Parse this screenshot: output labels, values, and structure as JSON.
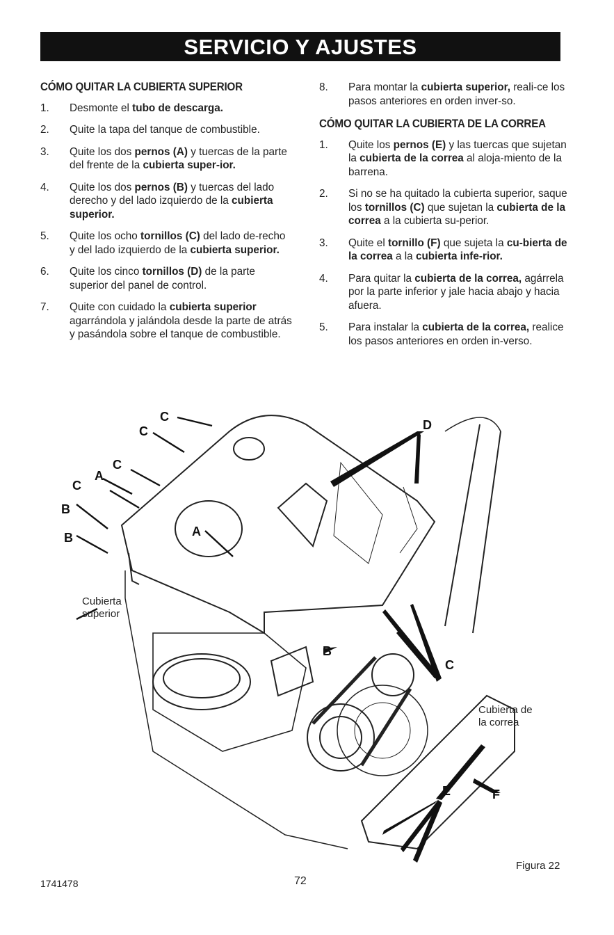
{
  "header": {
    "title": "SERVICIO Y AJUSTES"
  },
  "left": {
    "heading": "CÓMO QUITAR LA CUBIERTA SUPERIOR",
    "items": [
      {
        "num": "1.",
        "html": "Desmonte el <b>tubo de descarga.</b>"
      },
      {
        "num": "2.",
        "html": "Quite la tapa del tanque de combustible."
      },
      {
        "num": "3.",
        "html": "Quite los dos <b>pernos (A)</b> y tuercas de la parte del frente de la <b>cubierta super-ior.</b>"
      },
      {
        "num": "4.",
        "html": "Quite los dos <b>pernos (B)</b> y tuercas del lado derecho y del lado izquierdo de la <b>cubierta superior.</b>"
      },
      {
        "num": "5.",
        "html": "Quite los ocho <b>tornillos (C)</b> del lado de-recho y del lado izquierdo de la <b>cubierta superior.</b>"
      },
      {
        "num": "6.",
        "html": "Quite los cinco <b>tornillos (D)</b> de la parte superior del panel de control."
      },
      {
        "num": "7.",
        "html": "Quite con cuidado la <b>cubierta superior</b> agarrándola y jalándola desde la parte de atrás y pasándola sobre el tanque de combustible."
      }
    ]
  },
  "right": {
    "pre_items": [
      {
        "num": "8.",
        "html": "Para montar la <b>cubierta superior,</b> reali-ce los pasos anteriores en orden inver-so."
      }
    ],
    "heading": "CÓMO QUITAR LA CUBIERTA DE LA CORREA",
    "items": [
      {
        "num": "1.",
        "html": "Quite los <b>pernos (E)</b> y las tuercas que sujetan la <b>cubierta de la correa</b> al aloja-miento de la barrena."
      },
      {
        "num": "2.",
        "html": "Si no se ha quitado la cubierta superior, saque los <b>tornillos (C)</b> que sujetan la <b>cubierta de la correa</b> a la cubierta su-perior."
      },
      {
        "num": "3.",
        "html": "Quite el <b>tornillo (F)</b> que sujeta la <b>cu-bierta de la correa</b> a la <b>cubierta infe-rior.</b>"
      },
      {
        "num": "4.",
        "html": "Para quitar la <b>cubierta de la correa,</b> agárrela por la parte inferior y jale hacia abajo y hacia afuera."
      },
      {
        "num": "5.",
        "html": "Para instalar la <b>cubierta de la correa,</b> realice los pasos anteriores en orden in-verso."
      }
    ]
  },
  "figure": {
    "labels": {
      "c1": "C",
      "c2": "C",
      "c3": "C",
      "c4": "C",
      "a1": "A",
      "a2": "A",
      "b1": "B",
      "b2": "B",
      "b3": "B",
      "d": "D",
      "c5": "C",
      "e": "E",
      "f": "F"
    },
    "cubierta_superior": [
      "Cubierta",
      "superior"
    ],
    "cubierta_correa": [
      "Cubierta de",
      "la correa"
    ],
    "caption": "Figura 22"
  },
  "footer": {
    "doc_number": "1741478",
    "page_number": "72"
  }
}
